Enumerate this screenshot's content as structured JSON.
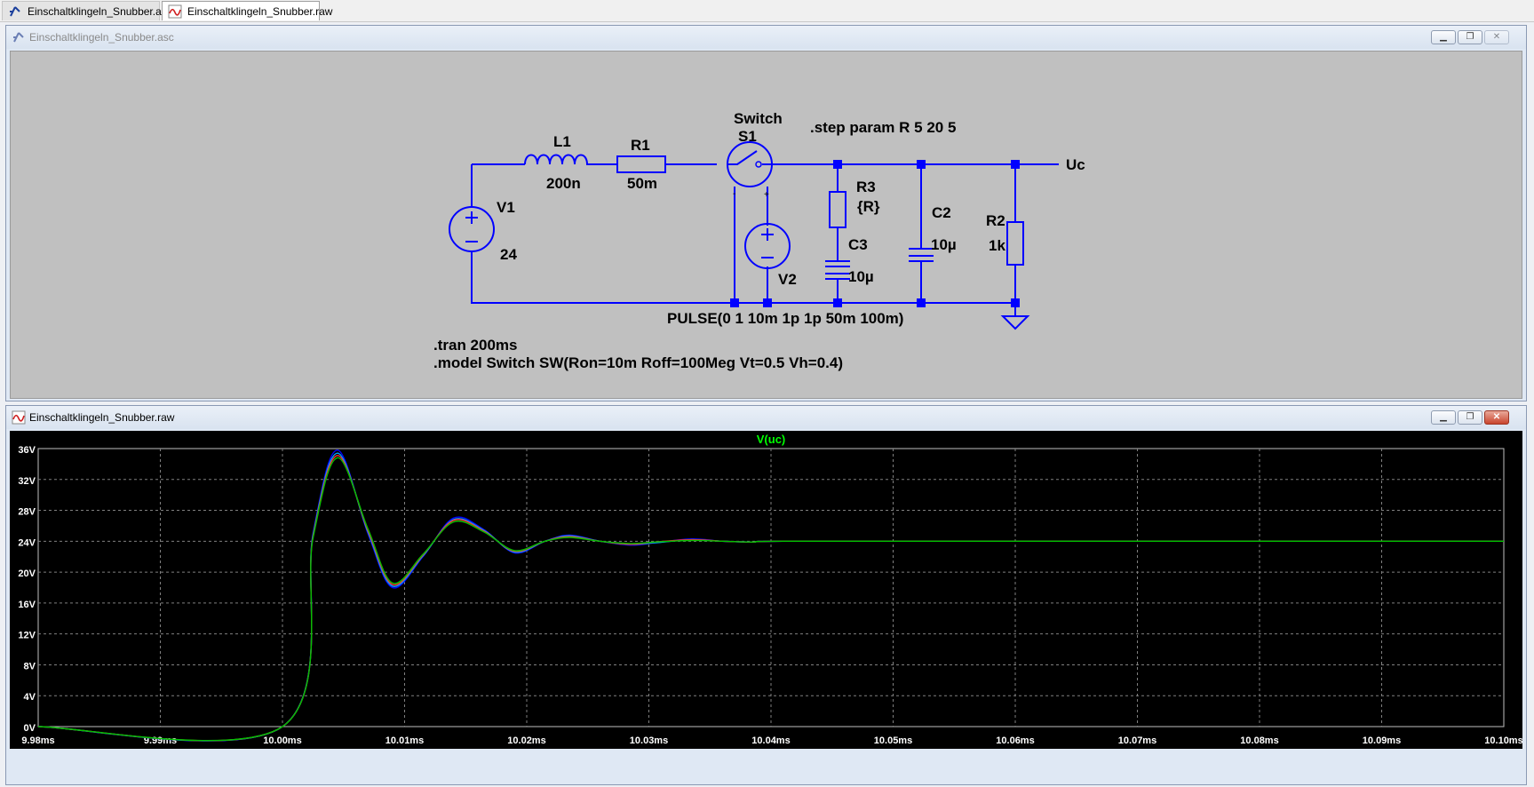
{
  "tabs": [
    {
      "label": "Einschaltklingeln_Snubber.asc",
      "active": false,
      "icon": "schematic-icon"
    },
    {
      "label": "Einschaltklingeln_Snubber.raw",
      "active": true,
      "icon": "waveform-icon"
    }
  ],
  "schematic_window": {
    "title": "Einschaltklingeln_Snubber.asc",
    "components": {
      "L1": {
        "name": "L1",
        "value": "200n"
      },
      "R1": {
        "name": "R1",
        "value": "50m"
      },
      "S1": {
        "model": "Switch",
        "name": "S1"
      },
      "V1": {
        "name": "V1",
        "value": "24"
      },
      "V2": {
        "name": "V2"
      },
      "R3": {
        "name": "R3",
        "value": "{R}"
      },
      "C3": {
        "name": "C3",
        "value": "10µ"
      },
      "C2": {
        "name": "C2",
        "value": "10µ"
      },
      "R2": {
        "name": "R2",
        "value": "1k"
      }
    },
    "net_label": "Uc",
    "directives": {
      "step": ".step param R 5 20 5",
      "pulse": "PULSE(0 1 10m 1p 1p 50m 100m)",
      "tran": ".tran 200ms",
      "model": ".model Switch SW(Ron=10m Roff=100Meg Vt=0.5 Vh=0.4)"
    },
    "colors": {
      "wire": "#0000ff",
      "background": "#c0c0c0"
    }
  },
  "plot_window": {
    "title": "Einschaltklingeln_Snubber.raw",
    "trace_label": "V(uc)",
    "colors": {
      "background": "#000000",
      "grid": "#808080",
      "trace_label": "#00ff00"
    }
  },
  "chart_data": {
    "type": "line",
    "title": "V(uc)",
    "x_unit": "ms",
    "y_unit": "V",
    "xlim": [
      9.98,
      10.1
    ],
    "ylim": [
      0,
      36
    ],
    "x_ticks": [
      "9.98ms",
      "9.99ms",
      "10.00ms",
      "10.01ms",
      "10.02ms",
      "10.03ms",
      "10.04ms",
      "10.05ms",
      "10.06ms",
      "10.07ms",
      "10.08ms",
      "10.09ms",
      "10.10ms"
    ],
    "y_ticks": [
      "0V",
      "4V",
      "8V",
      "12V",
      "16V",
      "20V",
      "24V",
      "28V",
      "32V",
      "36V"
    ],
    "grid": true,
    "series": [
      {
        "color": "#0000ff",
        "x": [
          9.98,
          10.0,
          10.0025,
          10.0045,
          10.007,
          10.009,
          10.0115,
          10.014,
          10.0165,
          10.019,
          10.0215,
          10.0235,
          10.026,
          10.0285,
          10.0305,
          10.0335,
          10.036,
          10.0385,
          10.041,
          10.06,
          10.1
        ],
        "y": [
          0,
          0,
          25.0,
          35.8,
          25.0,
          18.0,
          22.0,
          27.0,
          25.5,
          22.5,
          24.0,
          24.8,
          24.0,
          23.5,
          23.8,
          24.3,
          24.0,
          23.9,
          24.0,
          24.0,
          24.0
        ]
      },
      {
        "color": "#00a0ff",
        "x": [
          9.98,
          10.0,
          10.0025,
          10.0045,
          10.007,
          10.009,
          10.0115,
          10.014,
          10.0165,
          10.019,
          10.0215,
          10.0235,
          10.026,
          10.0285,
          10.0305,
          10.0335,
          10.036,
          10.0385,
          10.041,
          10.06,
          10.1
        ],
        "y": [
          0,
          0,
          24.8,
          35.4,
          25.2,
          18.2,
          22.1,
          26.8,
          25.4,
          22.6,
          24.0,
          24.7,
          24.0,
          23.6,
          23.8,
          24.2,
          24.0,
          23.9,
          24.0,
          24.0,
          24.0
        ]
      },
      {
        "color": "#ff3030",
        "x": [
          9.98,
          10.0,
          10.0025,
          10.0045,
          10.007,
          10.009,
          10.0115,
          10.014,
          10.0165,
          10.019,
          10.0215,
          10.0235,
          10.026,
          10.0285,
          10.0305,
          10.0335,
          10.036,
          10.0385,
          10.041,
          10.06,
          10.1
        ],
        "y": [
          0,
          0,
          24.6,
          35.1,
          25.4,
          18.4,
          22.2,
          26.7,
          25.3,
          22.7,
          24.0,
          24.6,
          24.0,
          23.6,
          23.9,
          24.2,
          24.0,
          23.9,
          24.0,
          24.0,
          24.0
        ]
      },
      {
        "color": "#00c000",
        "x": [
          9.98,
          10.0,
          10.0025,
          10.0045,
          10.007,
          10.009,
          10.0115,
          10.014,
          10.0165,
          10.019,
          10.0215,
          10.0235,
          10.026,
          10.0285,
          10.0305,
          10.0335,
          10.036,
          10.0385,
          10.041,
          10.06,
          10.1
        ],
        "y": [
          0,
          0,
          24.4,
          34.8,
          25.6,
          18.6,
          22.3,
          26.5,
          25.2,
          22.8,
          24.0,
          24.5,
          24.0,
          23.7,
          23.9,
          24.1,
          24.0,
          23.9,
          24.0,
          24.0,
          24.0
        ]
      }
    ]
  }
}
